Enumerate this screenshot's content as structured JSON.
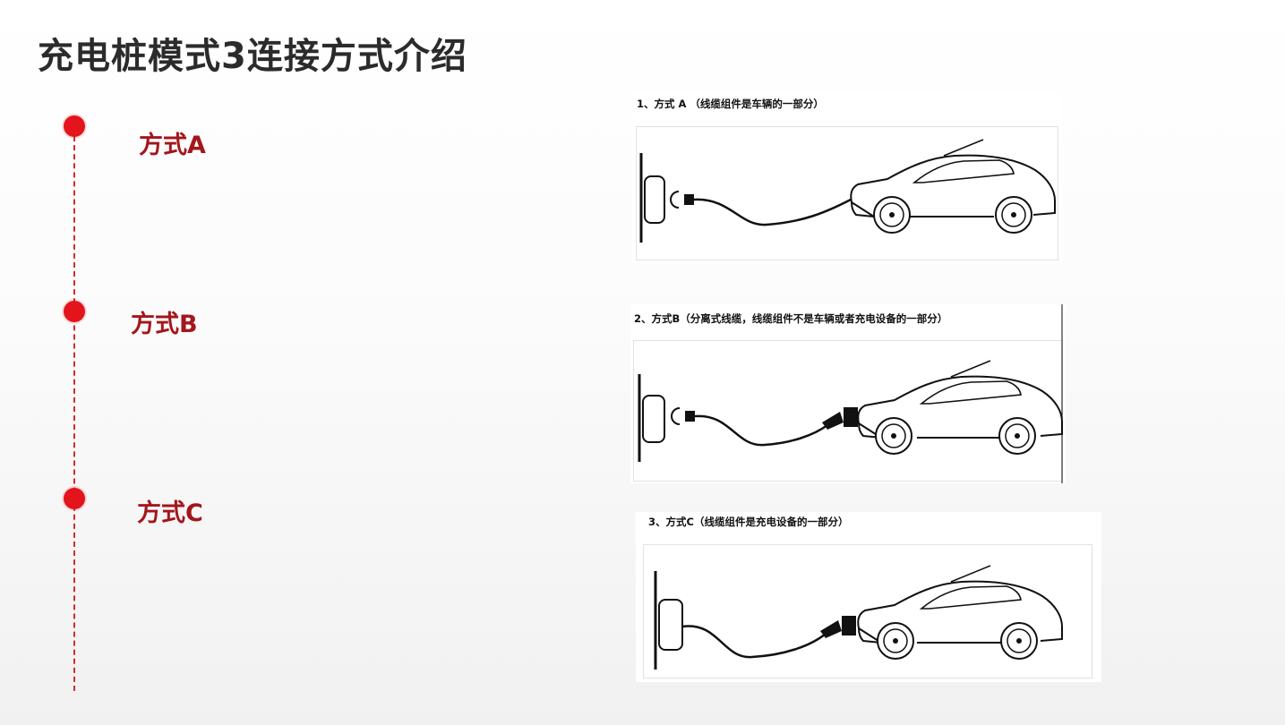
{
  "slide": {
    "title": "充电桩模式3连接方式介绍"
  },
  "timeline": {
    "items": [
      {
        "label": "方式A"
      },
      {
        "label": "方式B"
      },
      {
        "label": "方式C"
      }
    ]
  },
  "panels": [
    {
      "caption": "1、方式 A （线缆组件是车辆的一部分）"
    },
    {
      "caption": "2、方式B（分离式线缆，线缆组件不是车辆或者充电设备的一部分）"
    },
    {
      "caption": "3、方式C（线缆组件是充电设备的一部分）"
    }
  ],
  "colors": {
    "accent_red": "#e3141c",
    "label_red": "#a3161c",
    "title_gray": "#2b2b2b"
  }
}
